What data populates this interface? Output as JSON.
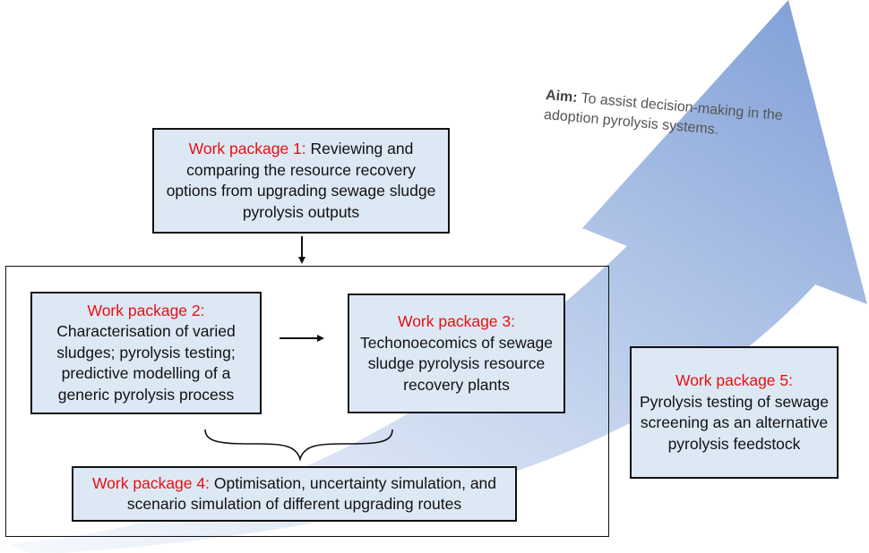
{
  "aim": {
    "label": "Aim:",
    "text": "To assist decision-making in the adoption pyrolysis systems."
  },
  "work_packages": [
    {
      "title": "Work package 1:",
      "text": "Reviewing and comparing the resource recovery options from upgrading sewage sludge pyrolysis outputs"
    },
    {
      "title": "Work package 2:",
      "text": "Characterisation of varied sludges; pyrolysis testing; predictive modelling of a generic pyrolysis process"
    },
    {
      "title": "Work package 3:",
      "text": "Techonoecomics of sewage sludge pyrolysis resource recovery plants"
    },
    {
      "title": "Work package 4:",
      "text": "Optimisation, uncertainty simulation, and scenario simulation of different upgrading routes"
    },
    {
      "title": "Work package 5:",
      "text": "Pyrolysis testing of sewage screening as an alternative pyrolysis feedstock"
    }
  ],
  "colors": {
    "accent_red": "#e81010",
    "box_fill": "#dde8f5",
    "arrow_light": "#f6f9fd",
    "arrow_dark": "#7f9fd6"
  }
}
